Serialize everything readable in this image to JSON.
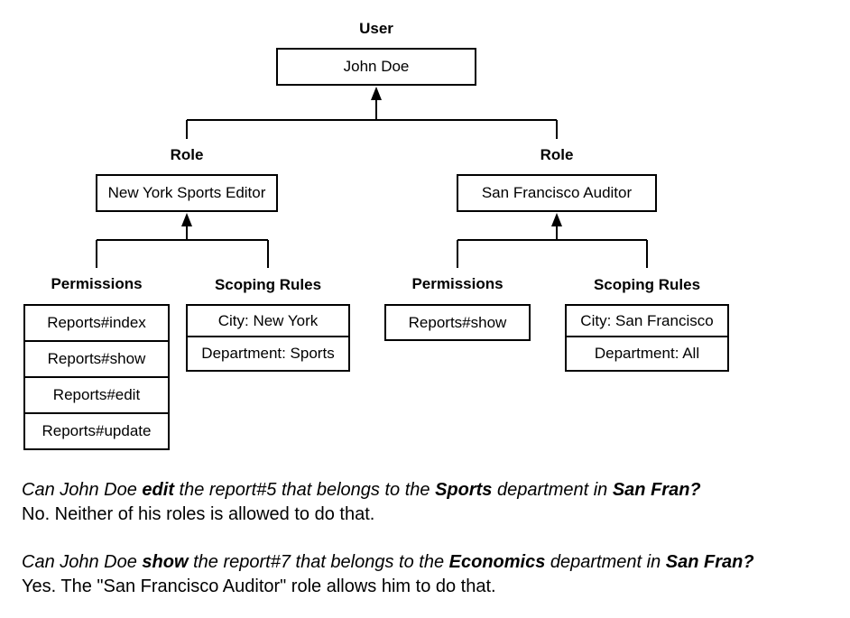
{
  "user": {
    "heading": "User",
    "name": "John Doe"
  },
  "roles": [
    {
      "heading": "Role",
      "name": "New York Sports Editor",
      "permissions": {
        "heading": "Permissions",
        "items": [
          "Reports#index",
          "Reports#show",
          "Reports#edit",
          "Reports#update"
        ]
      },
      "scoping": {
        "heading": "Scoping Rules",
        "items": [
          "City: New York",
          "Department: Sports"
        ]
      }
    },
    {
      "heading": "Role",
      "name": "San Francisco Auditor",
      "permissions": {
        "heading": "Permissions",
        "items": [
          "Reports#show"
        ]
      },
      "scoping": {
        "heading": "Scoping Rules",
        "items": [
          "City: San Francisco",
          "Department: All"
        ]
      }
    }
  ],
  "qa": [
    {
      "q1": "Can John Doe ",
      "q_verb": "edit",
      "q2": " the report#5 that belongs to the ",
      "q_dept": "Sports",
      "q3": " department in ",
      "q_city": "San Fran?",
      "answer": "No. Neither of his roles is allowed to do that."
    },
    {
      "q1": "Can John Doe ",
      "q_verb": "show",
      "q2": " the report#7 that belongs to the ",
      "q_dept": "Economics",
      "q3": " department in ",
      "q_city": "San Fran?",
      "answer": "Yes. The \"San Francisco Auditor\" role allows him to do that."
    }
  ]
}
